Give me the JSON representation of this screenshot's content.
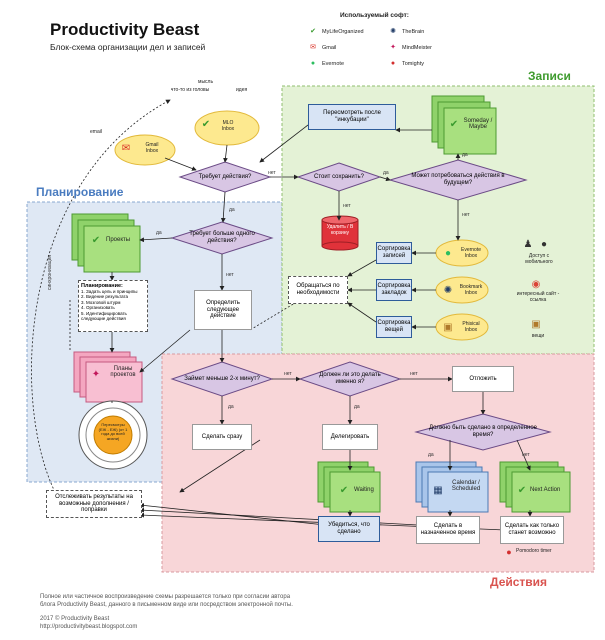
{
  "title": "Productivity Beast",
  "subtitle": "Блок-схема организации дел и записей",
  "zones": {
    "planning": "Планирование",
    "notes": "Записи",
    "actions": "Действия"
  },
  "legend": {
    "heading": "Используемый софт:",
    "items": [
      {
        "label": "MyLifeOrganized",
        "icon": "check-icon",
        "color": "#3a9b2f"
      },
      {
        "label": "Gmail",
        "icon": "gmail-icon",
        "color": "#d93025"
      },
      {
        "label": "Evernote",
        "icon": "evernote-icon",
        "color": "#2dbe60"
      },
      {
        "label": "TheBrain",
        "icon": "brain-icon",
        "color": "#1f3a66"
      },
      {
        "label": "MindMeister",
        "icon": "mindmap-icon",
        "color": "#c2185b"
      },
      {
        "label": "Tomighty",
        "icon": "tomato-icon",
        "color": "#d32f2f"
      }
    ]
  },
  "inputs": {
    "thought": "мысль",
    "from_head": "что-то из головы",
    "idea": "идея",
    "email": "email",
    "mlo_inbox": "MLO Inbox",
    "gmail_inbox": "Gmail Inbox"
  },
  "nodes": {
    "needs_action": "Требует действия?",
    "worth_saving": "Стоит сохранить?",
    "may_need": "Может потребоваться действия в будущем?",
    "review_after": "Пересмотреть после \"инкубации\"",
    "someday": "Someday / Maybe",
    "delete": "Удалить / В корзину",
    "more_than_one": "Требует больше одного действия?",
    "projects": "Проекты",
    "planning_head": "Планирование:",
    "planning_steps": [
      "1. Задать цель и принципы",
      "2. Видение результата",
      "3. Мозговой штурм",
      "4. Организовать",
      "5. Идентифицировать следующие действия"
    ],
    "sync": "синхронизация",
    "project_plans": "Планы проектов",
    "review_center": "Пересмотры (ЕЖ - ЕЖ) (от 1 года до всей жизни)",
    "define_next": "Определить следующее действие",
    "refer_when_needed": "Обращаться по необходимости",
    "sort_notes": "Сортировка записей",
    "sort_bookmarks": "Сортировка закладок",
    "sort_things": "Сортировка вещей",
    "evernote_inbox": "Evernote Inbox",
    "bookmark_inbox": "Bookmark Inbox",
    "physical_inbox": "Phisical Inbox",
    "mobile_access": "Доступ с мобильного",
    "interesting_site": "интересный сайт - ссылка",
    "things": "вещи",
    "less_than_2": "Займет меньше 2-х минут?",
    "must_do_myself": "Должен ли это делать именно я?",
    "postpone": "Отложить",
    "do_now": "Сделать сразу",
    "delegate": "Делегировать",
    "specific_time": "Должно быть сделано в определенное время?",
    "waiting": "Waiting",
    "calendar": "Calendar / Scheduled",
    "next_action": "Next Action",
    "make_sure": "Убедиться, что сделано",
    "do_at_time": "Сделать в назначенное время",
    "do_asap": "Сделать как только станет возможно",
    "pomodoro": "Pomodoro timer",
    "track_results": "Отслеживать результаты на возможные дополнения / поправки"
  },
  "edges": {
    "no": "нет",
    "yes": "да"
  },
  "footer": {
    "line1": "Полное или частичное воспроизведение схемы разрешается только при согласии автора",
    "line2": "блога Productivity Beast, данного в письменном виде или посредством электронной почты.",
    "line3": "2017 © Productivity Beast",
    "line4": "http://productivitybeast.blogspot.com"
  },
  "colors": {
    "planning_bg": "#dfe8f4",
    "notes_bg": "#e4f2d6",
    "actions_bg": "#f8d6d8",
    "diamond": "#d8c6e4",
    "cloud": "#fde98f",
    "planning_label": "#4a7cc0",
    "notes_label": "#3f9b2f",
    "actions_label": "#d9534f",
    "green_folder": "#8fd26a",
    "pink_folder": "#f4a6c0",
    "blue_folder": "#a9c5ea"
  }
}
